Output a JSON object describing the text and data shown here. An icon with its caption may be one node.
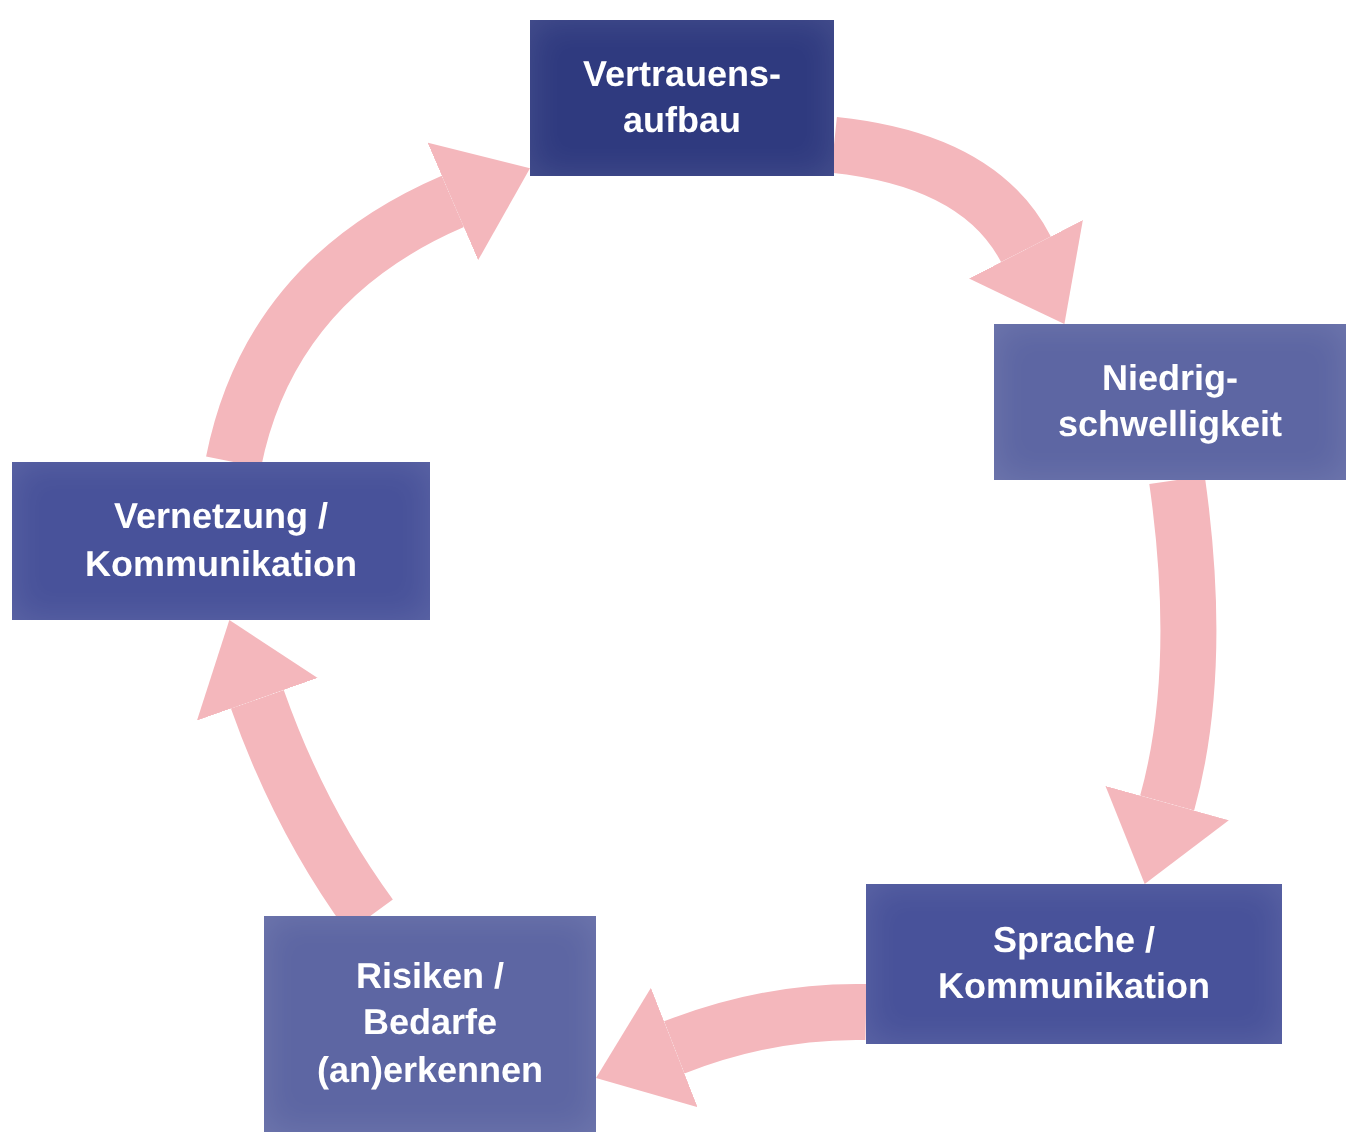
{
  "diagram": {
    "nodes": [
      {
        "text": [
          "Vertrauens- aufbau"
        ]
      },
      {
        "text": [
          "Niedrig- schwelligkeit"
        ]
      },
      {
        "text": [
          "Sprache / Kommunikation"
        ]
      },
      {
        "text": [
          "Risiken / Bedarfe (an)erkennen"
        ]
      },
      {
        "text": [
          "Vernetzung / Kommunikation"
        ]
      }
    ],
    "edges": [
      {
        "from": 0,
        "to": 1,
        "arrow": "to"
      },
      {
        "from": 1,
        "to": 2,
        "arrow": "to"
      },
      {
        "from": 2,
        "to": 3,
        "arrow": "to"
      },
      {
        "from": 3,
        "to": 4,
        "arrow": "to"
      },
      {
        "from": 4,
        "to": 0,
        "arrow": "to"
      }
    ]
  }
}
